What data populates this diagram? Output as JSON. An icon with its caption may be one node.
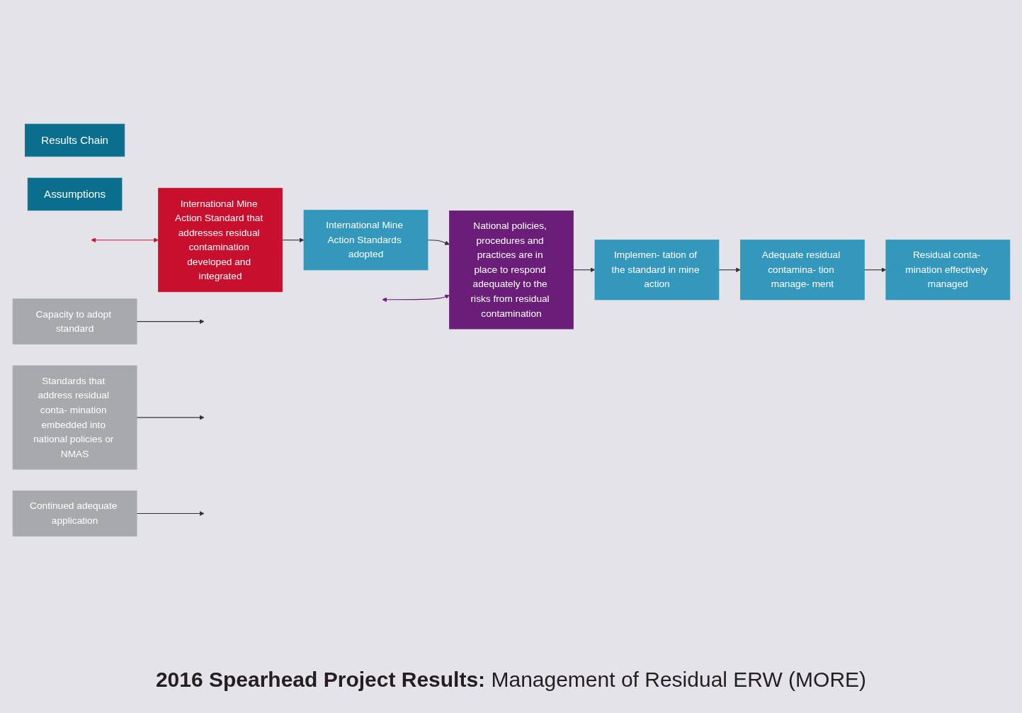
{
  "diagram": {
    "caption": "**2016 Spearhead Project Results:** Management of Residual ERW (MORE)",
    "nodes": [
      {
        "text": [
          "Results Chain"
        ]
      },
      {
        "text": [
          "International Mine Action Standard that addresses residual contamination developed and integrated"
        ]
      },
      {
        "text": [
          "International Mine Action Standards adopted"
        ]
      },
      {
        "text": [
          "National policies, procedures and practices are in place to respond adequately to the risks from residual contamination"
        ]
      },
      {
        "text": [
          "Implemen- tation of the standard in mine action"
        ]
      },
      {
        "text": [
          "Adequate residual contamina- tion manage- ment"
        ]
      },
      {
        "text": [
          "Residual conta- mination effectively managed"
        ]
      },
      {
        "text": [
          "Assumptions"
        ]
      },
      {
        "text": [
          "Capacity to adopt standard"
        ]
      },
      {
        "text": [
          "Standards that address residual conta- mination embedded into national policies or NMAS"
        ]
      },
      {
        "text": [
          "Continued adequate application"
        ]
      }
    ],
    "edges": [
      {
        "from": 1,
        "to": 2,
        "arrow": "to"
      },
      {
        "from": 2,
        "to": 3,
        "arrow": "to"
      },
      {
        "from": 3,
        "to": 4,
        "arrow": "to"
      },
      {
        "from": 4,
        "to": 5,
        "arrow": "to"
      },
      {
        "from": 5,
        "to": 6,
        "arrow": "to"
      },
      {
        "from": 8,
        "to": null,
        "arrow": "to"
      },
      {
        "from": 9,
        "to": null,
        "arrow": "to"
      },
      {
        "from": 10,
        "to": null,
        "arrow": "to"
      },
      {
        "from": null,
        "to": 3,
        "arrow": "both",
        "color": "#6a1e78"
      },
      {
        "from": null,
        "to": 1,
        "arrow": "both",
        "color": "#c8102e"
      }
    ]
  }
}
